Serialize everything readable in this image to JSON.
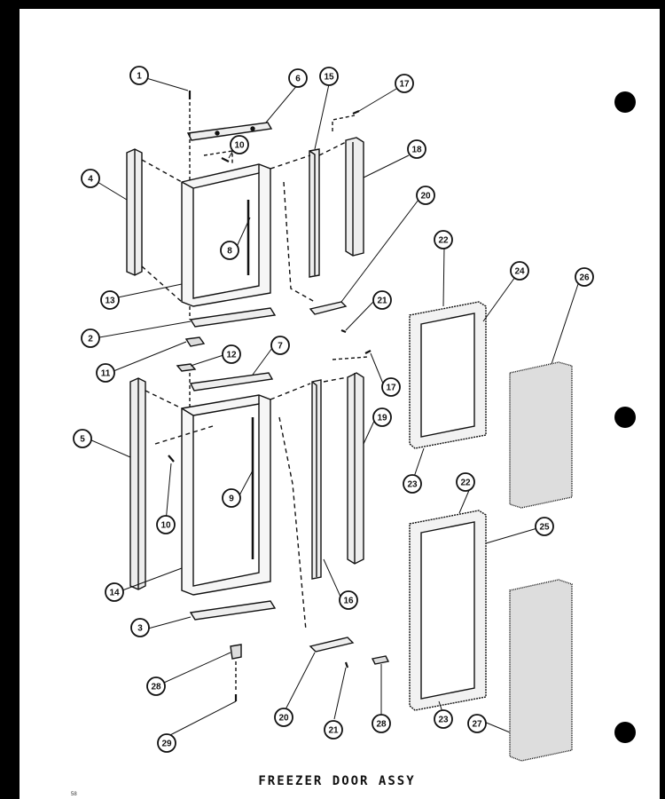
{
  "caption": "FREEZER DOOR ASSY",
  "corner_mark": "58",
  "callouts": [
    "1",
    "6",
    "15",
    "17",
    "10",
    "18",
    "4",
    "8",
    "20",
    "13",
    "21",
    "2",
    "11",
    "12",
    "7",
    "17",
    "5",
    "9",
    "19",
    "10",
    "14",
    "16",
    "3",
    "20",
    "21",
    "28",
    "29",
    "28",
    "22",
    "24",
    "26",
    "23",
    "22",
    "25",
    "23",
    "27"
  ]
}
